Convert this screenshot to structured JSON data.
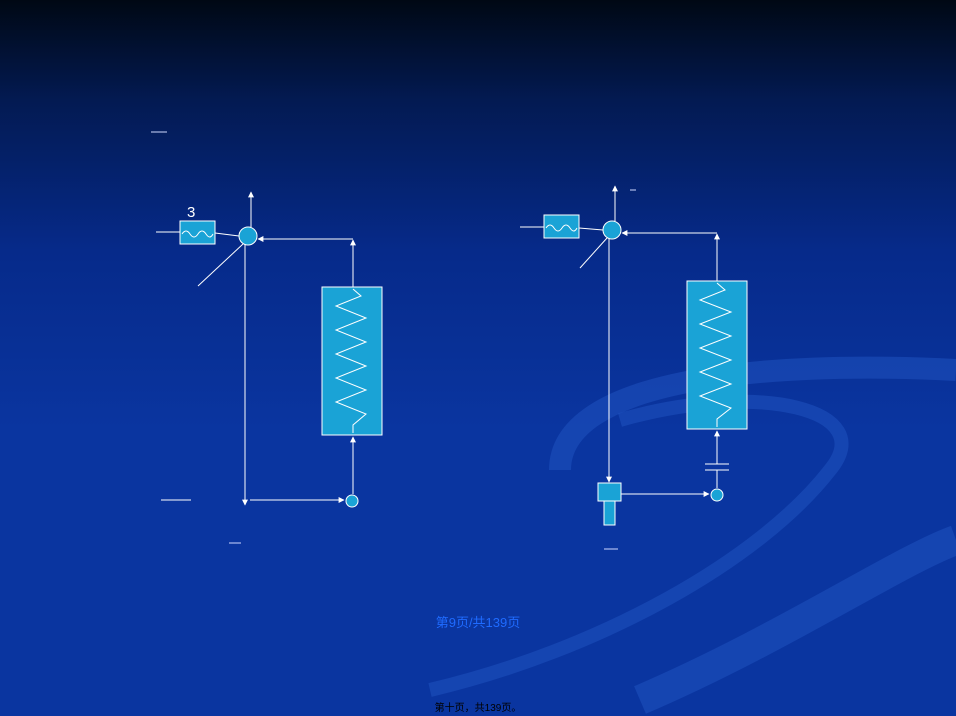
{
  "diagram": {
    "left_label": "3"
  },
  "page_indicator": {
    "center_text": "第9页/共139页",
    "bottom_text": "第十页，共139页。"
  },
  "colors": {
    "component_fill": "#1aa3d6",
    "line": "#ffffff",
    "page_text": "#1f6bff"
  }
}
